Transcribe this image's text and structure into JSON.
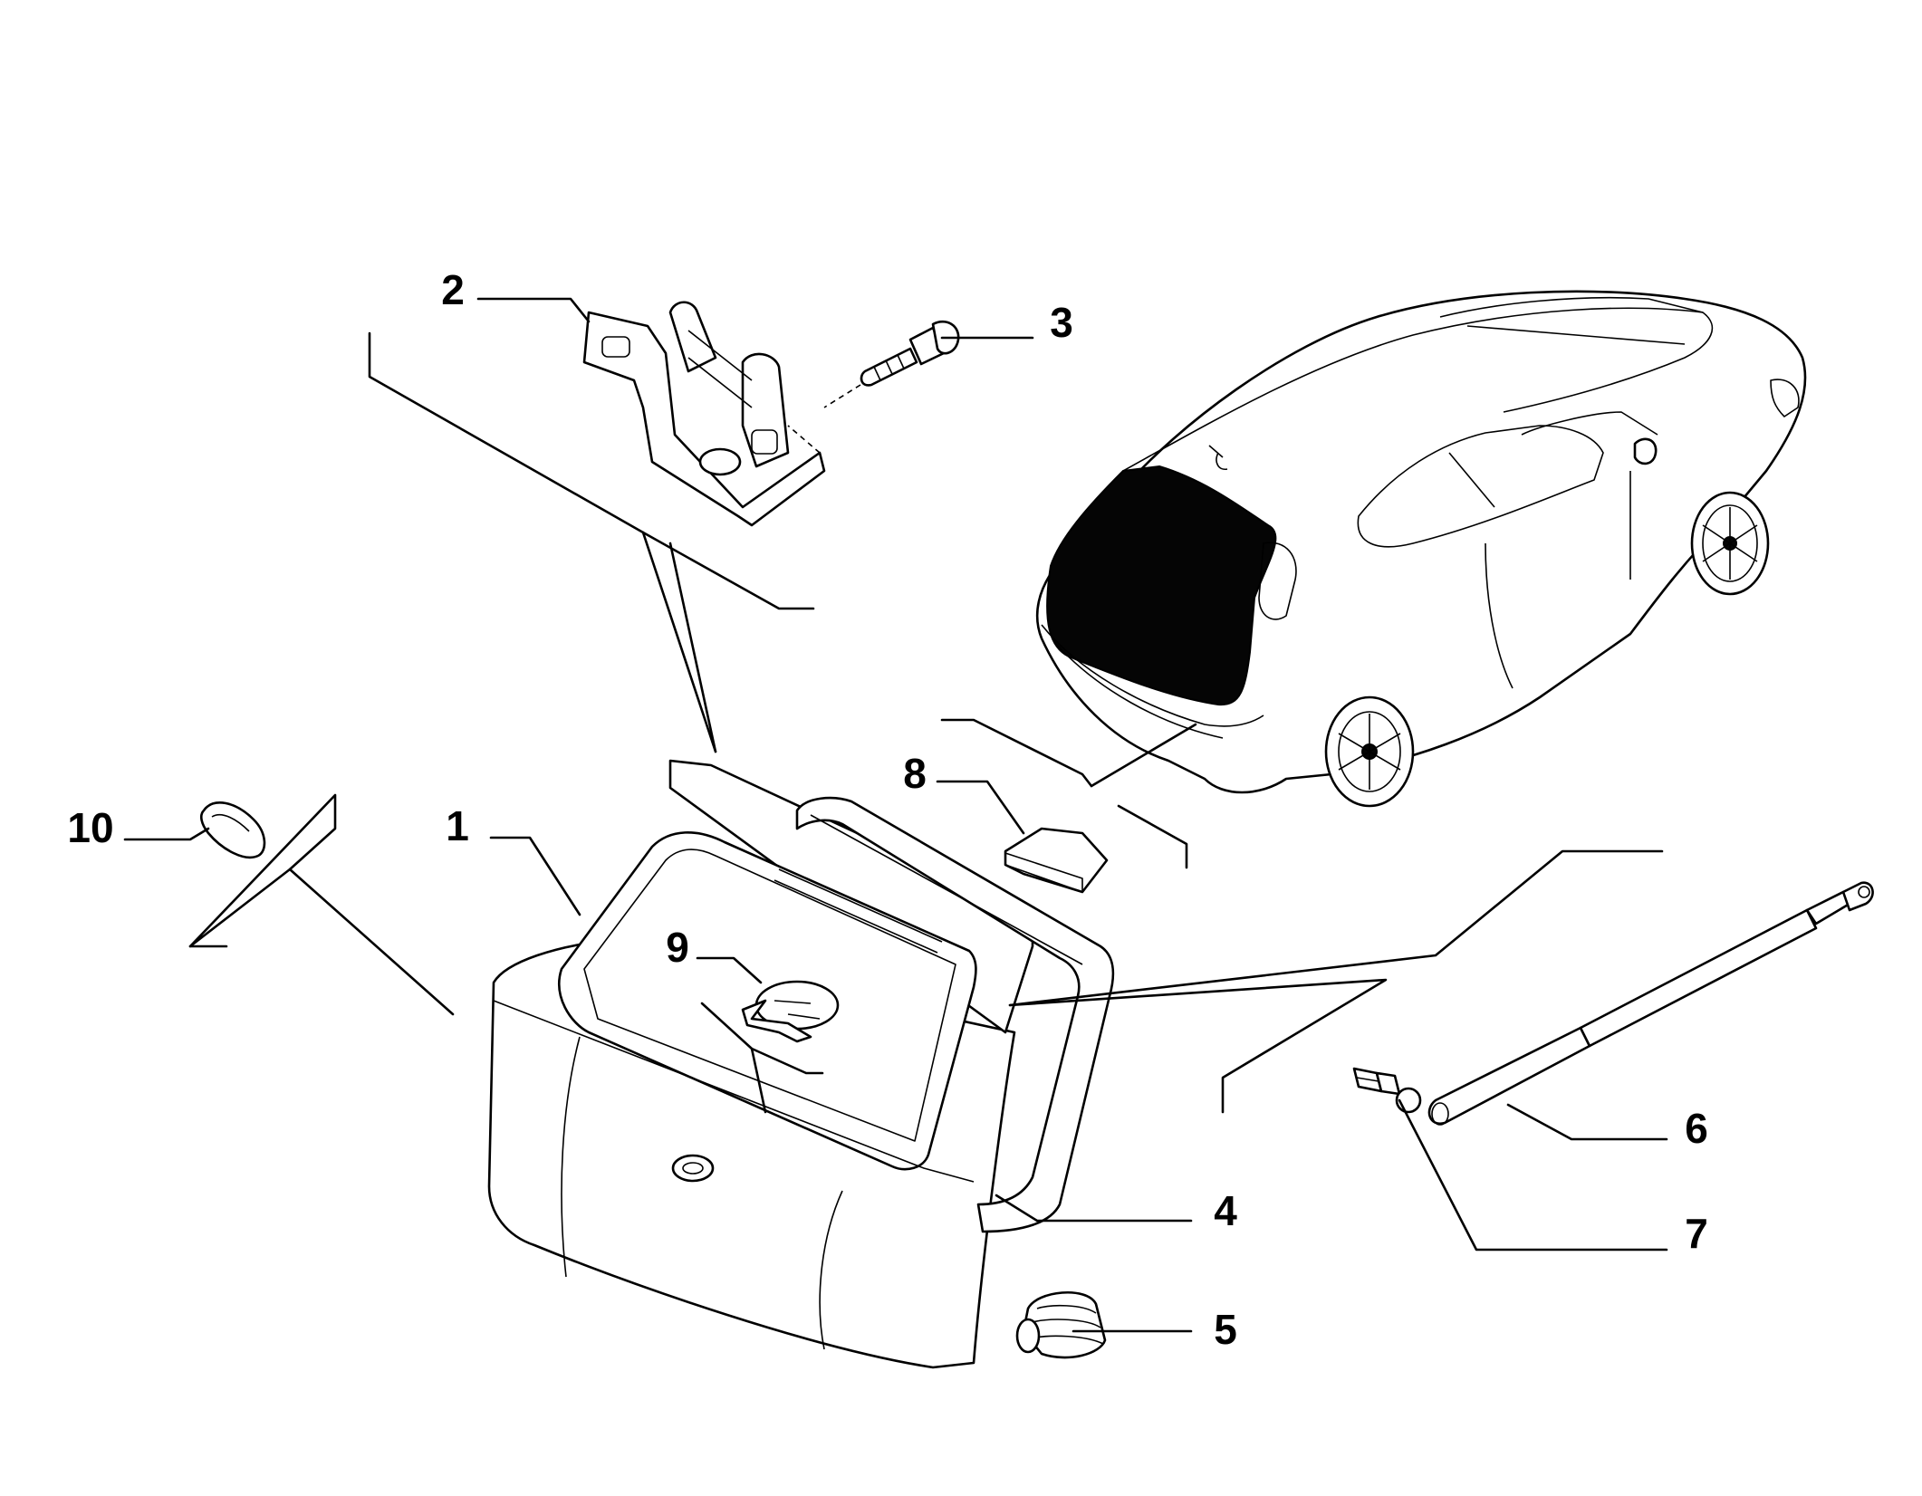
{
  "diagram": {
    "callouts": [
      {
        "id": "c1",
        "label": "1"
      },
      {
        "id": "c2",
        "label": "2"
      },
      {
        "id": "c3",
        "label": "3"
      },
      {
        "id": "c4",
        "label": "4"
      },
      {
        "id": "c5",
        "label": "5"
      },
      {
        "id": "c6",
        "label": "6"
      },
      {
        "id": "c7",
        "label": "7"
      },
      {
        "id": "c8",
        "label": "8"
      },
      {
        "id": "c9",
        "label": "9"
      },
      {
        "id": "c10",
        "label": "10"
      }
    ],
    "parts": [
      {
        "callout": "1",
        "depicts": "tailgate-shell"
      },
      {
        "callout": "2",
        "depicts": "hinge"
      },
      {
        "callout": "3",
        "depicts": "bolt"
      },
      {
        "callout": "4",
        "depicts": "seal"
      },
      {
        "callout": "5",
        "depicts": "bump-stop"
      },
      {
        "callout": "6",
        "depicts": "gas-strut"
      },
      {
        "callout": "7",
        "depicts": "ball-stud"
      },
      {
        "callout": "8",
        "depicts": "buffer-pad"
      },
      {
        "callout": "9",
        "depicts": "plug-clip"
      },
      {
        "callout": "10",
        "depicts": "grommet"
      }
    ]
  }
}
